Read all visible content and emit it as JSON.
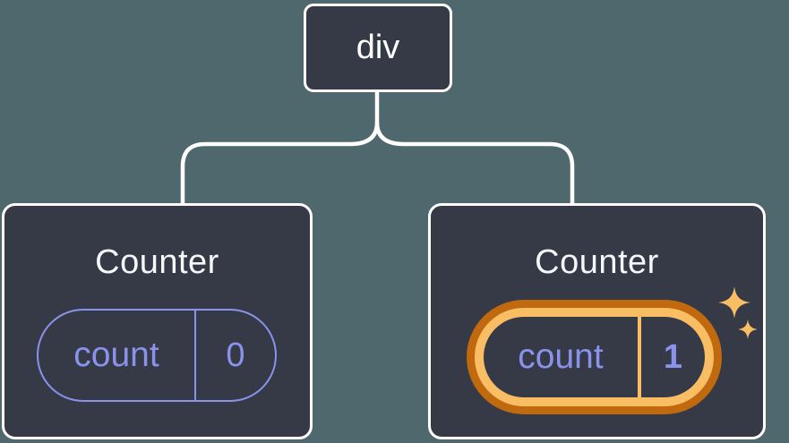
{
  "background_color": "#4F686D",
  "tree": {
    "root": {
      "label": "div"
    },
    "children": [
      {
        "title": "Counter",
        "state": {
          "key": "count",
          "value": "0"
        },
        "highlighted": false
      },
      {
        "title": "Counter",
        "state": {
          "key": "count",
          "value": "1"
        },
        "highlighted": true
      }
    ]
  },
  "colors": {
    "card_fill": "#353A46",
    "card_border": "#FFFFFF",
    "connector": "#FFFFFF",
    "state_purple": "#8A92EC",
    "highlight_ring_dark": "#C0690F",
    "highlight_ring_light": "#F9BD64",
    "sparkle": "#F9BD64",
    "title_text": "#F6F7F9"
  },
  "icons": {
    "sparkles": "sparkles-icon"
  }
}
